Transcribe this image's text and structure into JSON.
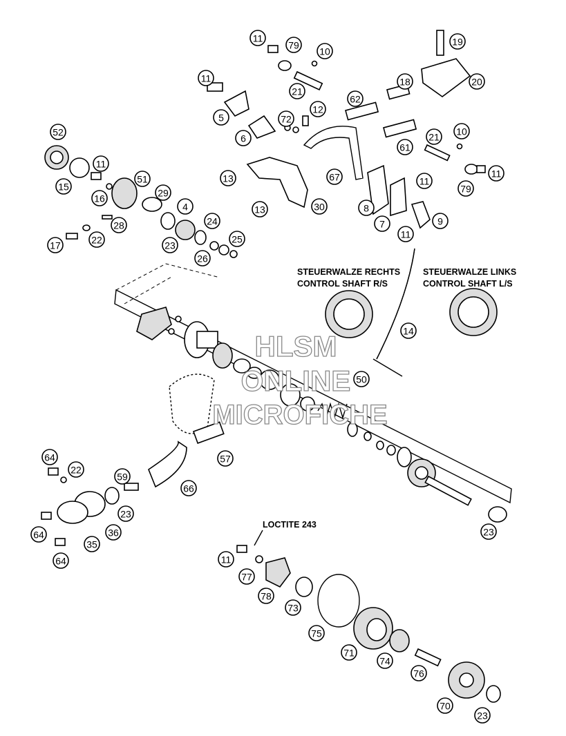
{
  "labels": {
    "control_right_de": "STEUERWALZE RECHTS",
    "control_right_en": "CONTROL SHAFT R/S",
    "control_left_de": "STEUERWALZE LINKS",
    "control_left_en": "CONTROL SHAFT L/S",
    "loctite": "LOCTITE 243"
  },
  "watermark": {
    "line1": "HLSM",
    "line2": "ONLINE",
    "line3": "MICROFICHE"
  },
  "callouts": [
    "11",
    "79",
    "10",
    "19",
    "11",
    "21",
    "20",
    "5",
    "6",
    "72",
    "12",
    "62",
    "18",
    "52",
    "15",
    "11",
    "51",
    "29",
    "16",
    "4",
    "28",
    "17",
    "22",
    "24",
    "23",
    "25",
    "26",
    "13",
    "13",
    "67",
    "30",
    "8",
    "21",
    "10",
    "61",
    "11",
    "79",
    "11",
    "7",
    "9",
    "11",
    "14",
    "50",
    "57",
    "64",
    "22",
    "59",
    "66",
    "23",
    "64",
    "36",
    "35",
    "64",
    "23",
    "11",
    "77",
    "78",
    "73",
    "75",
    "71",
    "74",
    "76",
    "70",
    "23"
  ]
}
